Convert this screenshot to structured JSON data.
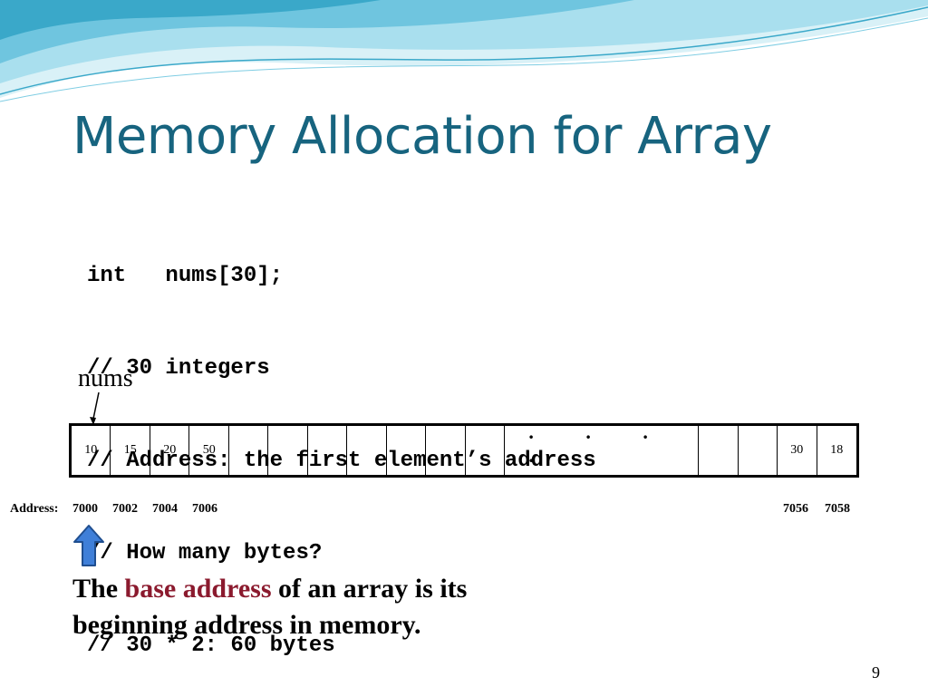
{
  "slide": {
    "title": "Memory Allocation for Array",
    "code_lines": [
      "int   nums[30];",
      "// 30 integers",
      "// Address: the first element’s address",
      "// How many bytes?",
      "// 30 * 2: 60 bytes"
    ],
    "array_label": "nums",
    "cells_left": [
      "10",
      "15",
      "20",
      "50",
      "",
      "",
      "",
      "",
      "",
      "",
      ""
    ],
    "ellipsis": ". . . .",
    "cells_right": [
      "",
      "",
      "30",
      "18"
    ],
    "address_label": "Address:",
    "addresses_left": [
      "7000",
      "7002",
      "7004",
      "7006"
    ],
    "addresses_right": [
      "7056",
      "7058"
    ],
    "caption": {
      "before": "The ",
      "highlight": "base address",
      "after_line1": " of an array is its",
      "line2": "beginning address in memory."
    },
    "page_number": "9"
  },
  "colors": {
    "title": "#17647f",
    "highlight": "#8b1a2e",
    "arrow_fill": "#3f7fd8",
    "arrow_stroke": "#1f4e8f",
    "wave_light": "#bfe6f1",
    "wave_mid": "#7fcde3",
    "wave_dark": "#3aa8c9"
  },
  "icons": {
    "pointer": "pointer-arrow-icon",
    "base": "up-arrow-icon"
  }
}
